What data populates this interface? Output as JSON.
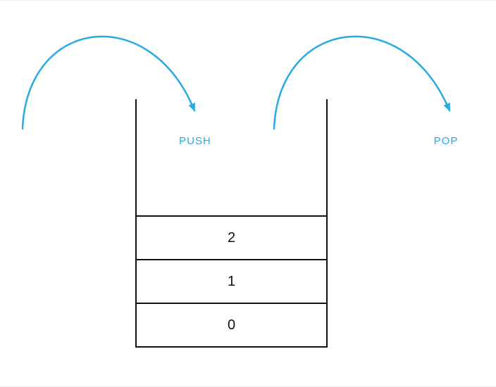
{
  "diagram": {
    "title": "stack-push-pop",
    "push_label": "PUSH",
    "pop_label": "POP",
    "accent_color": "#29ABE2",
    "line_color": "#111111",
    "stack": {
      "items": [
        "2",
        "1",
        "0"
      ]
    }
  }
}
